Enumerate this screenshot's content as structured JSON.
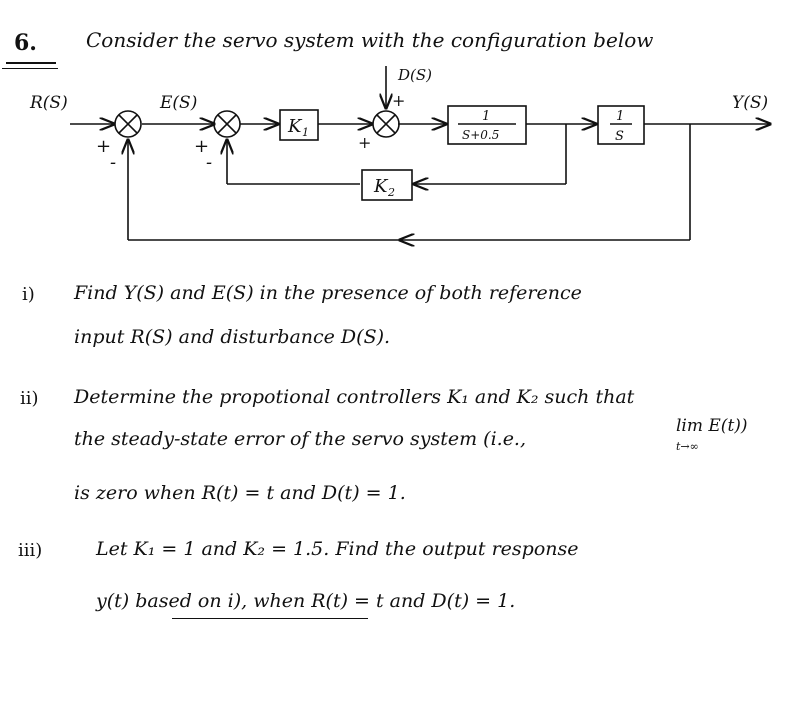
{
  "question": {
    "number": "6.",
    "intro": "Consider the servo system with the configuration below"
  },
  "diagram": {
    "signals": {
      "reference": "R(S)",
      "error": "E(S)",
      "disturbance": "D(S)",
      "output": "Y(S)"
    },
    "blocks": {
      "k1": "K",
      "k1_sub": "1",
      "plant_num": "1",
      "plant_den": "S+0.5",
      "integrator_num": "1",
      "integrator_den": "S",
      "k2": "K",
      "k2_sub": "2"
    },
    "signs": {
      "sum1_left": "+",
      "sum1_bottom": "-",
      "sum2_left": "+",
      "sum2_bottom": "-",
      "sum3_top": "+",
      "sum3_left": "+"
    }
  },
  "parts": [
    {
      "label": "i)",
      "lines": [
        "Find  Y(S) and E(S) in the presence of both reference",
        "input R(S) and disturbance D(S)."
      ]
    },
    {
      "label": "ii)",
      "lines": [
        "Determine the propotional controllers K₁ and K₂ such that",
        "the steady-state error of the servo system (i.e.,",
        "is  zero  when  R(t) = t  and  D(t) = 1."
      ],
      "limit_top": "lim E(t))",
      "limit_bottom": "t→∞"
    },
    {
      "label": "iii)",
      "lines": [
        "Let  K₁ = 1  and  K₂ = 1.5.   Find the output response",
        "y(t)  based on  i),  when  R(t) = t  and  D(t) = 1."
      ]
    }
  ]
}
